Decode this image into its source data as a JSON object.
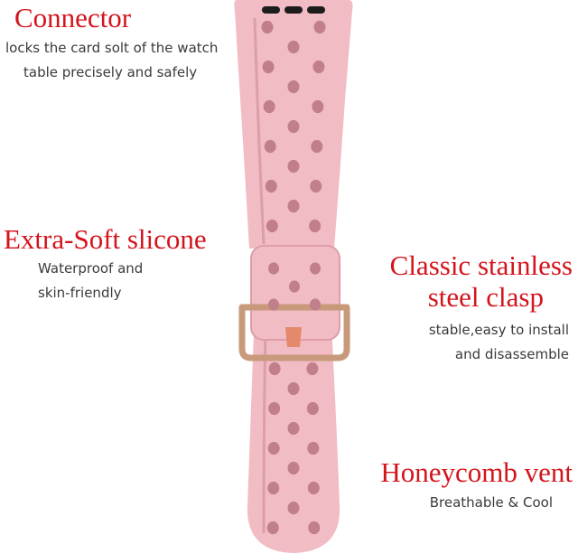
{
  "features": {
    "connector": {
      "title": "Connector",
      "lines": [
        "locks the card solt of the watch",
        "table precisely and safely"
      ]
    },
    "soft": {
      "title": "Extra-Soft slicone",
      "lines": [
        "Waterproof  and",
        "skin-friendly"
      ]
    },
    "clasp": {
      "title_lines": [
        "Classic stainless",
        "steel clasp"
      ],
      "lines": [
        "stable,easy to install",
        "and disassemble"
      ]
    },
    "vent": {
      "title": "Honeycomb vent",
      "lines": [
        "Breathable & Cool"
      ]
    }
  },
  "colors": {
    "heading_red": "#d4141c",
    "band_pink": "#f2bcc4",
    "band_shadow": "#dc9ea9",
    "hole": "#c07f8b",
    "connector_black": "#1c1c1c",
    "clasp_rose_gold": "#c8997a",
    "clasp_tongue": "#e4896a"
  }
}
